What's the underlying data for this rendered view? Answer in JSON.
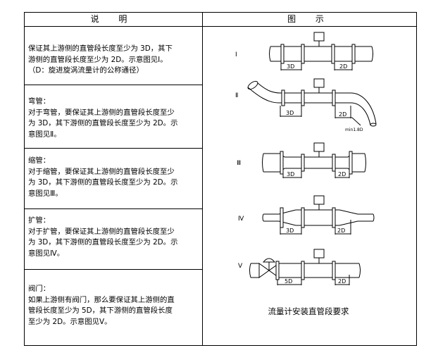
{
  "table": {
    "header_left": "说 明",
    "header_right": "图 示",
    "rows": [
      {
        "lines": [
          "保证其上游侧的直管段长度至少为 3D，其下",
          "游侧的直管段长度至少为 2D。示意图见Ⅰ。",
          "（D：旋进旋涡流量计的公称通径）"
        ]
      },
      {
        "lines": [
          "弯管：",
          "对于弯管，要保证其上游侧的直管段长度至少",
          "为 3D，其下游侧的直管段长度至少为 2D。示",
          "意图见Ⅱ。"
        ]
      },
      {
        "lines": [
          "缩管：",
          "对于缩管，要保证其上游侧的直管段长度至少",
          "为 3D，其下游侧的直管段长度至少为 2D。示",
          "意图见Ⅲ。"
        ]
      },
      {
        "lines": [
          "扩管：",
          "对于扩管，要保证其上游侧的直管段长度至少",
          "为 3D，其下游侧的直管段长度至少为 2D。示",
          "意图见Ⅳ。"
        ]
      },
      {
        "lines": [
          "阀门：",
          "如果上游侧有阀门，那么要保证其上游侧的直",
          "管段长度至少为 5D，其下游侧的直管段长度",
          "至少为 2D。示意图见Ⅴ。"
        ]
      }
    ]
  },
  "diagrams": {
    "labels": [
      "Ⅰ",
      "Ⅱ",
      "Ⅲ",
      "Ⅳ",
      "Ⅴ"
    ],
    "dim_upstream": "3D",
    "dim_downstream": "2D",
    "dim_valve_upstream": "5D",
    "bend_radius": "min1.8D",
    "caption": "流量计安装直管段要求"
  }
}
